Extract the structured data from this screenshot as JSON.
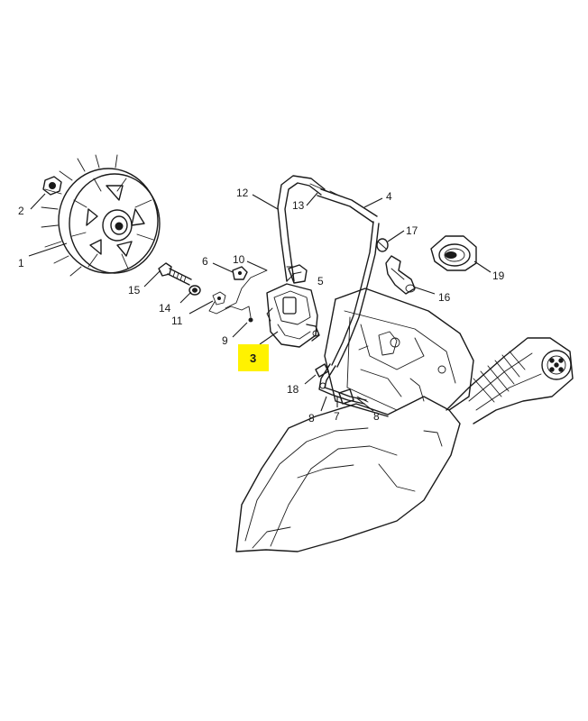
{
  "labels": {
    "p1": "1",
    "p2": "2",
    "p3": "3",
    "p4": "4",
    "p5": "5",
    "p6": "6",
    "p7": "7",
    "p8a": "8",
    "p8b": "8",
    "p9": "9",
    "p10": "10",
    "p11": "11",
    "p12": "12",
    "p13": "13",
    "p14": "14",
    "p15": "15",
    "p16": "16",
    "p17": "17",
    "p18": "18",
    "p19": "19"
  },
  "colors": {
    "highlight": "#fff200",
    "ink": "#1a1a1a",
    "background": "#ffffff"
  }
}
